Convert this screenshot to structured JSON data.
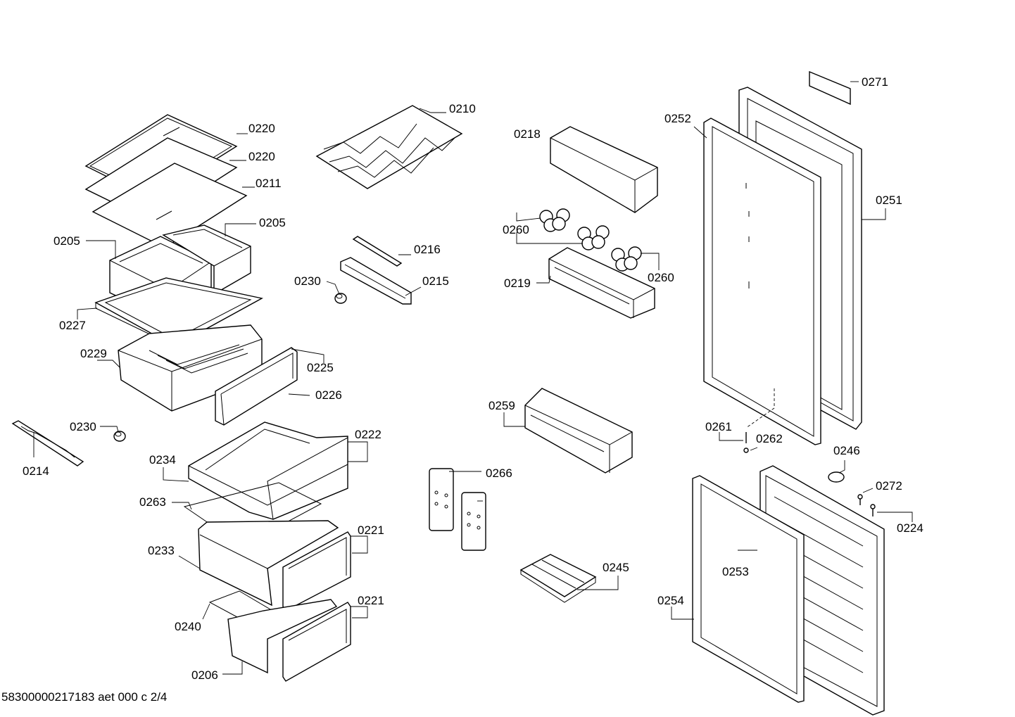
{
  "document_id": "58300000217183 aet 000 c 2/4",
  "callouts": {
    "c0220a": "0220",
    "c0220b": "0220",
    "c0211": "0211",
    "c0205a": "0205",
    "c0205b": "0205",
    "c0227": "0227",
    "c0229": "0229",
    "c0225": "0225",
    "c0226": "0226",
    "c0230a": "0230",
    "c0230b": "0230",
    "c0214": "0214",
    "c0234": "0234",
    "c0222": "0222",
    "c0263": "0263",
    "c0233": "0233",
    "c0221a": "0221",
    "c0221b": "0221",
    "c0240": "0240",
    "c0206": "0206",
    "c0210": "0210",
    "c0216": "0216",
    "c0215": "0215",
    "c0218": "0218",
    "c0260a": "0260",
    "c0260b": "0260",
    "c0219": "0219",
    "c0259": "0259",
    "c0266": "0266",
    "c0245": "0245",
    "c0271": "0271",
    "c0252": "0252",
    "c0251": "0251",
    "c0261": "0261",
    "c0262": "0262",
    "c0246": "0246",
    "c0272": "0272",
    "c0224": "0224",
    "c0253": "0253",
    "c0254": "0254"
  }
}
